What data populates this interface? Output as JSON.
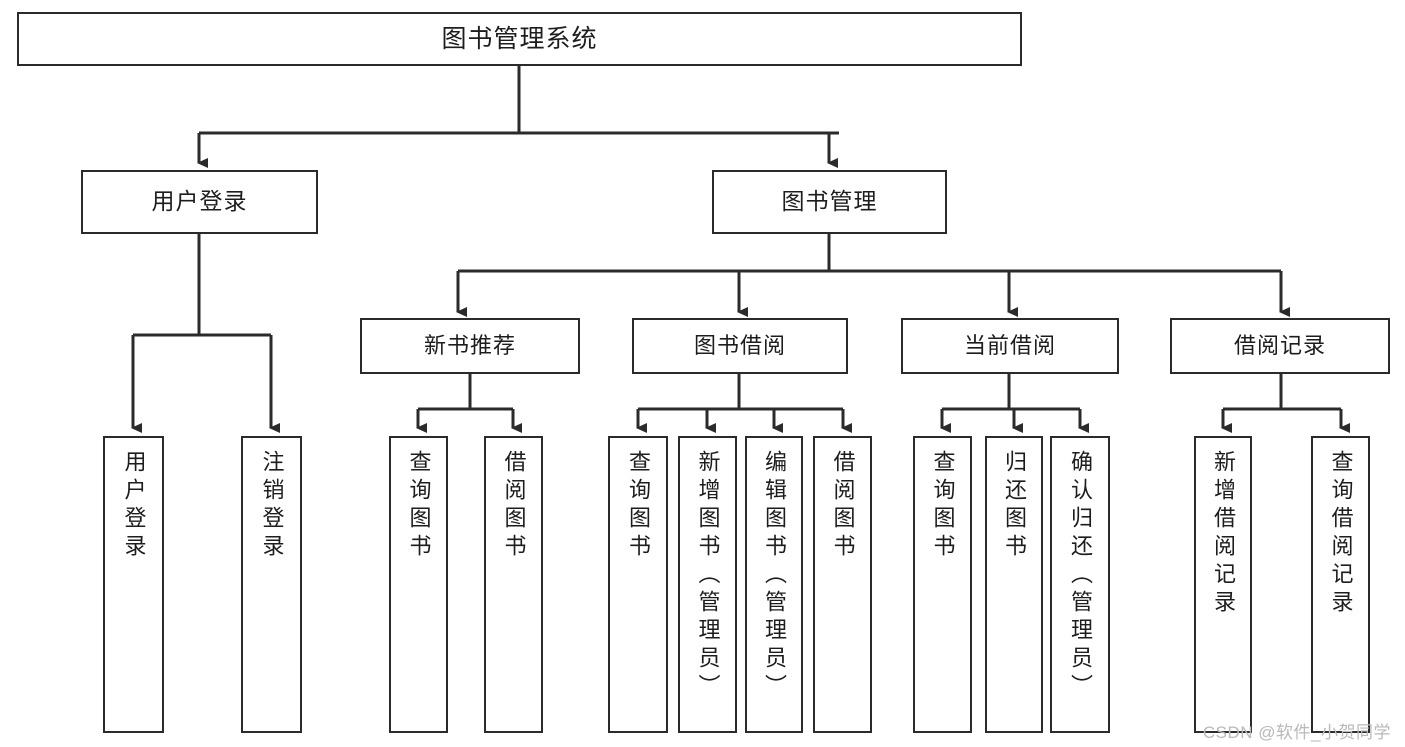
{
  "diagram": {
    "title": "图书管理系统",
    "type": "tree-hierarchy",
    "orientation": "top-down",
    "edge_style": "orthogonal-arrow",
    "colors": {
      "box_border": "#2b2b2b",
      "box_fill": "#ffffff",
      "line": "#2b2b2b",
      "text": "#1d1d1d",
      "background": "#ffffff",
      "watermark": "#b9b9b9"
    }
  },
  "root": {
    "label": "图书管理系统"
  },
  "level2": [
    {
      "label": "用户登录"
    },
    {
      "label": "图书管理"
    }
  ],
  "level3": [
    {
      "label": "新书推荐"
    },
    {
      "label": "图书借阅"
    },
    {
      "label": "当前借阅"
    },
    {
      "label": "借阅记录"
    }
  ],
  "leaves": {
    "user_login": [
      {
        "label": "用户登录"
      },
      {
        "label": "注销登录"
      }
    ],
    "new_book_recommend": [
      {
        "label": "查询图书"
      },
      {
        "label": "借阅图书"
      }
    ],
    "book_borrow": [
      {
        "label": "查询图书"
      },
      {
        "label": "新增图书（管理员）"
      },
      {
        "label": "编辑图书（管理员）"
      },
      {
        "label": "借阅图书"
      }
    ],
    "current_borrow": [
      {
        "label": "查询图书"
      },
      {
        "label": "归还图书"
      },
      {
        "label": "确认归还（管理员）"
      }
    ],
    "borrow_records": [
      {
        "label": "新增借阅记录"
      },
      {
        "label": "查询借阅记录"
      }
    ]
  },
  "watermark": {
    "text": "CSDN @软件_小贺同学"
  }
}
